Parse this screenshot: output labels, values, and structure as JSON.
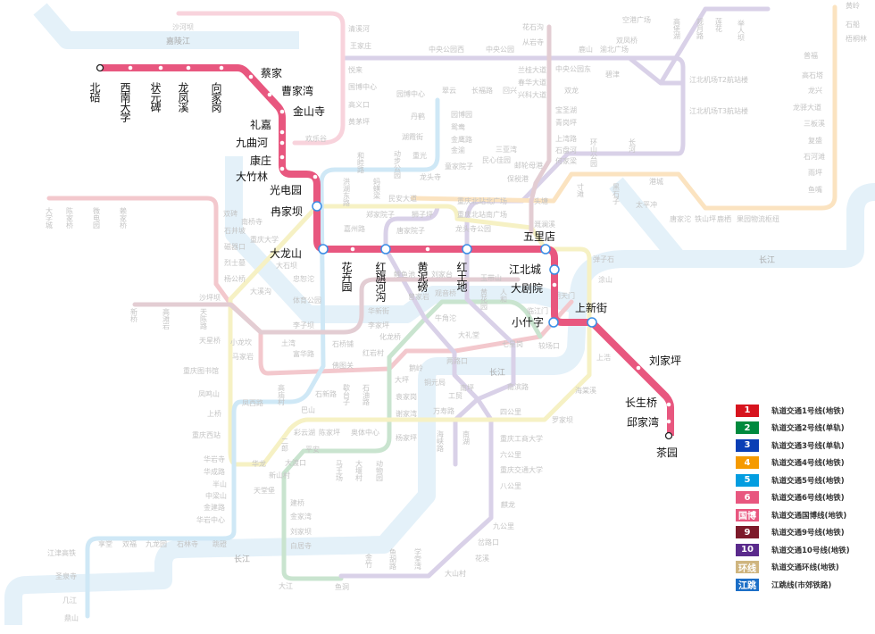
{
  "highlight_line": {
    "color": "#e8577f",
    "stations": [
      "北碚",
      "西南大学",
      "状元碑",
      "龙凤溪",
      "向家岗",
      "蔡家",
      "曹家湾",
      "金山寺",
      "礼嘉",
      "九曲河",
      "康庄",
      "大竹林",
      "光电园",
      "冉家坝",
      "大龙山",
      "花卉园",
      "红旗河沟",
      "黄泥磅",
      "红土地",
      "五里店",
      "江北城",
      "大剧院",
      "小什字",
      "上新街",
      "刘家坪",
      "长生桥",
      "邱家湾",
      "茶园"
    ]
  },
  "rivers": [
    "嘉陵江",
    "长江",
    "长江",
    "长江"
  ],
  "faded_labels": [
    "沙河坝",
    "清溪河",
    "王家庄",
    "悦来",
    "国博中心",
    "高义口",
    "黄茅坪",
    "欢乐谷",
    "中央公园西",
    "中央公园",
    "花石沟",
    "从岩寺",
    "鹿山",
    "渝北广场",
    "空港广场",
    "高堡湖",
    "观月路",
    "莲花",
    "举人坝",
    "黄岭",
    "石船",
    "梧桐林",
    "兰桂大道",
    "中央公园东",
    "双凤桥",
    "碧津",
    "江北机场T2航站楼",
    "江北机场T3航站楼",
    "春华大道",
    "兴科大道",
    "双龙",
    "回兴",
    "长福路",
    "翠云",
    "园博中心",
    "丹鹤",
    "湖霞街",
    "重光",
    "园博园",
    "鸳鸯",
    "金鹰路",
    "金渝",
    "童家院子",
    "三亚湾",
    "民心佳园",
    "宝圣湖",
    "青岗坪",
    "上湾路",
    "石盘河",
    "何家梁",
    "普福",
    "高石塔",
    "龙兴",
    "龙驿大道",
    "三板溪",
    "复盛",
    "石河滩",
    "雨坪",
    "鱼嘴",
    "港城",
    "太平冲",
    "唐家沱",
    "铁山坪",
    "鹿栖",
    "果园物流枢纽",
    "龙头寺",
    "保税港",
    "邮轮母港",
    "头塘",
    "民安大道",
    "狮子坪",
    "重庆北站北广场",
    "重庆北站南广场",
    "郑家院子",
    "嘉州路",
    "唐家院子",
    "龙头寺公园",
    "溉澜溪",
    "寸滩",
    "黑石子",
    "环山公园",
    "长河",
    "大学城",
    "陈家桥",
    "微电园",
    "赖家桥",
    "双碑",
    "石井坡",
    "磁器口",
    "烈士墓",
    "杨公桥",
    "沙坪坝",
    "新桥",
    "高滩岩",
    "天陈路",
    "天星桥",
    "小龙坎",
    "马家岩",
    "重庆图书馆",
    "凤鸣山",
    "上桥",
    "重庆西站",
    "华岩寺",
    "华成路",
    "半山",
    "中梁山",
    "金建路",
    "华岩中心",
    "享堂",
    "双福",
    "九龙园",
    "石林寺",
    "跳磴",
    "江津高铁",
    "圣泉寺",
    "几江",
    "鼎山",
    "大江",
    "鱼洞",
    "金竹",
    "鱼胡路",
    "学堂湾",
    "大山村",
    "花溪",
    "岔路口",
    "九公里",
    "麒龙",
    "八公里",
    "重庆交通大学",
    "六公里",
    "重庆工商大学",
    "四公里",
    "南湖",
    "海峡路",
    "万寿路",
    "工贸",
    "南坪",
    "铜元局",
    "南滨路",
    "两路口",
    "七星岗",
    "大礼堂",
    "牛角沱",
    "较场口",
    "临江门",
    "朝天门",
    "弹子石",
    "涂山",
    "海棠溪",
    "罗家坝",
    "上浩",
    "鹅岭",
    "大坪",
    "袁家岗",
    "谢家湾",
    "杨家坪",
    "奥体中心",
    "陈家坪",
    "彩云湖",
    "平安",
    "二郎",
    "华龙",
    "大渡口",
    "新山村",
    "天堂堡",
    "马王场",
    "大堰村",
    "动物园",
    "建桥",
    "金家湾",
    "刘家坝",
    "白居寺",
    "凤西路",
    "巴山",
    "石新路",
    "高庙村",
    "歇台子",
    "石油路",
    "土湾",
    "富华路",
    "石桥铺",
    "佛图关",
    "红岩村",
    "李子坝",
    "化龙桥",
    "李家坪",
    "华新街",
    "曾家岩",
    "观音桥",
    "鲤鱼池",
    "刘家台",
    "玉带山",
    "大石坝",
    "忠恕沱",
    "体育公园",
    "南桥寺",
    "重庆大学",
    "大溪沟",
    "黄花园",
    "人和",
    "和睦路",
    "动步公园",
    "洪湖东路",
    "蚂蟥梁"
  ],
  "legend": [
    {
      "badge": "1",
      "label": "轨道交通1号线(地铁)",
      "color": "#d7141e"
    },
    {
      "badge": "2",
      "label": "轨道交通2号线(单轨)",
      "color": "#008a3e"
    },
    {
      "badge": "3",
      "label": "轨道交通3号线(单轨)",
      "color": "#0a3fb5"
    },
    {
      "badge": "4",
      "label": "轨道交通4号线(地铁)",
      "color": "#f59a00"
    },
    {
      "badge": "5",
      "label": "轨道交通5号线(地铁)",
      "color": "#039de0"
    },
    {
      "badge": "6",
      "label": "轨道交通6号线(地铁)",
      "color": "#e8577f"
    },
    {
      "badge": "国博",
      "label": "轨道交通国博线(地铁)",
      "color": "#e8577f"
    },
    {
      "badge": "9",
      "label": "轨道交通9号线(地铁)",
      "color": "#7d1a2a"
    },
    {
      "badge": "10",
      "label": "轨道交通10号线(地铁)",
      "color": "#5a2a8c"
    },
    {
      "badge": "环线",
      "label": "轨道交通环线(地铁)",
      "color": "#cfb57f"
    },
    {
      "badge": "江跳",
      "label": "江跳线(市郊铁路)",
      "color": "#1c6fc7"
    }
  ]
}
